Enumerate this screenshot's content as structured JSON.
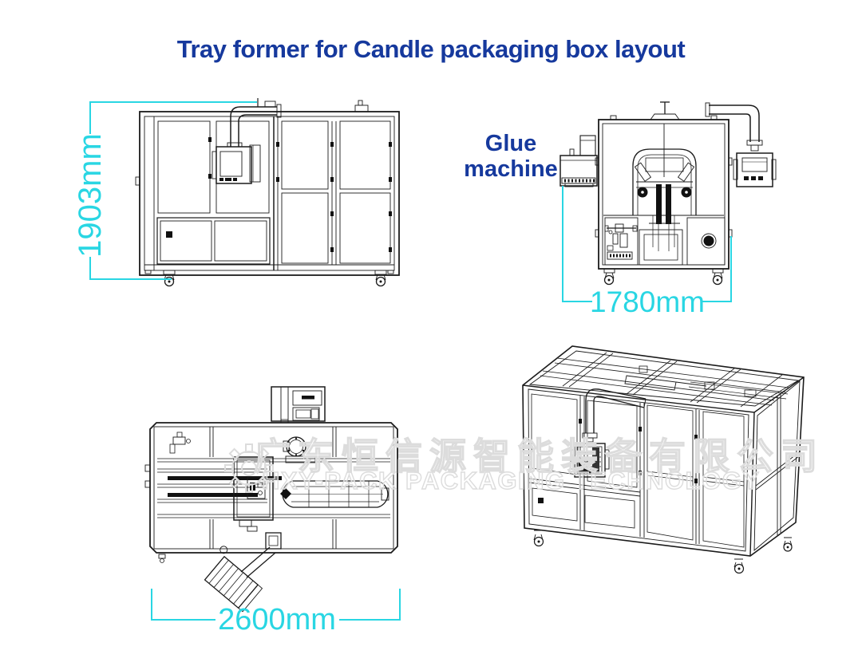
{
  "title": "Tray former for Candle packaging box layout",
  "labels": {
    "glue_machine": "Glue machine"
  },
  "dimensions": {
    "front_height": "1903mm",
    "side_width": "1780mm",
    "top_length": "2600mm"
  },
  "watermark": {
    "line1_cn": "广东恒信源智能装备有限公司",
    "line2_en": "HXY-PACK PACKAGING TECHNOLOGY"
  },
  "colors": {
    "title_blue": "#16399d",
    "dimension_cyan": "#29d6e3",
    "drawing_line": "#1b1b1b",
    "watermark_gray": "#dcdcdc"
  }
}
